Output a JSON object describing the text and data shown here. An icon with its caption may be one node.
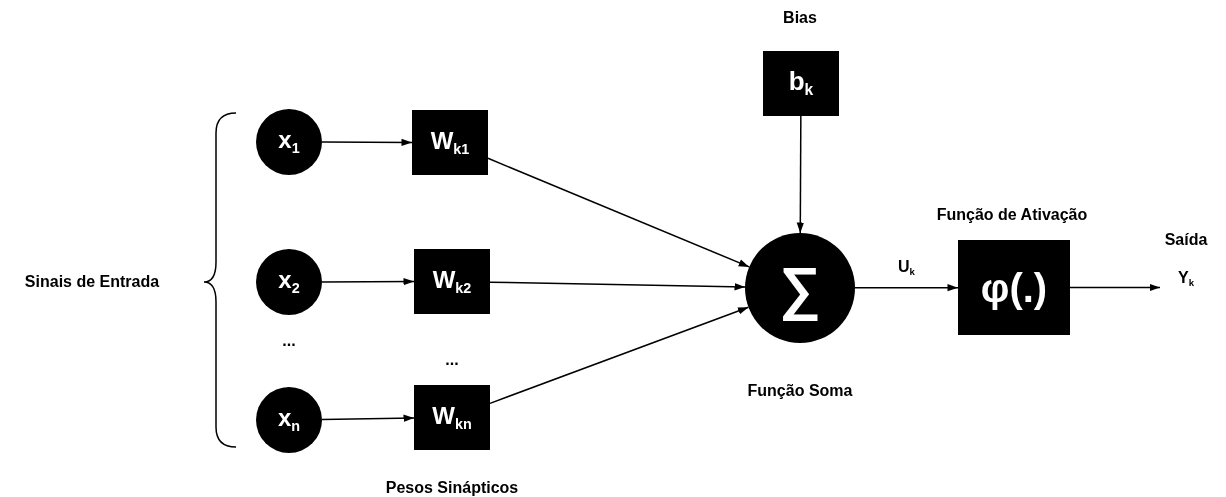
{
  "diagram": {
    "nodes": [
      {
        "text": [
          "x$_{1}$"
        ]
      },
      {
        "text": [
          "x$_{2}$"
        ]
      },
      {
        "text": [
          "x$_{n}$"
        ]
      },
      {
        "text": [
          "W$_{k1}$"
        ]
      },
      {
        "text": [
          "W$_{k2}$"
        ]
      },
      {
        "text": [
          "W$_{kn}$"
        ]
      },
      {
        "text": [
          "b$_{k}$"
        ],
        "beside": [
          "Bias"
        ]
      },
      {
        "text": [
          "∑"
        ],
        "beside": [
          "Função Soma"
        ]
      },
      {
        "text": [
          "φ(.)"
        ],
        "beside": [
          "Função de Ativação"
        ]
      },
      {
        "text": [
          "Saída",
          "Y$_{k}$"
        ]
      }
    ],
    "edges": [
      {
        "from": 0,
        "to": 3,
        "arrow": "to"
      },
      {
        "from": 1,
        "to": 4,
        "arrow": "to"
      },
      {
        "from": 2,
        "to": 5,
        "arrow": "to"
      },
      {
        "from": 3,
        "to": 7,
        "arrow": "to"
      },
      {
        "from": 4,
        "to": 7,
        "arrow": "to"
      },
      {
        "from": 5,
        "to": 7,
        "arrow": "to"
      },
      {
        "from": 6,
        "to": 7,
        "arrow": "to"
      },
      {
        "from": 7,
        "to": 8,
        "label": "U$_{k}$",
        "arrow": "to"
      },
      {
        "from": 8,
        "to": 9,
        "arrow": "to"
      }
    ],
    "labels": [
      "Sinais de Entrada",
      "...",
      "...",
      "Pesos Sinápticos"
    ]
  }
}
